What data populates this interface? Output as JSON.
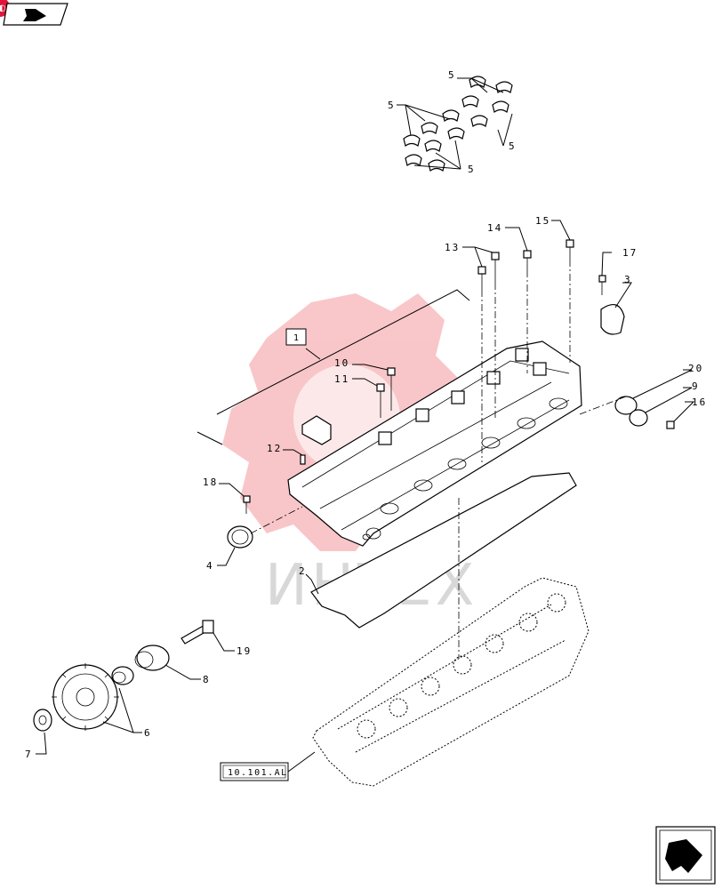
{
  "diagram": {
    "reference_box": "10.101.AL",
    "group_label": "1",
    "watermark_text": "ИНТЕХ",
    "callouts": [
      "2",
      "3",
      "4",
      "5",
      "6",
      "7",
      "8",
      "9",
      "10",
      "11",
      "12",
      "13",
      "14",
      "15",
      "16",
      "17",
      "18",
      "19",
      "20"
    ]
  },
  "nav": {
    "top_badge_icon": "red-circle-badge",
    "top_nav_icon": "prev-page-arrow-icon",
    "bottom_nav_icon": "next-page-arrow-icon"
  },
  "colors": {
    "ink": "#000000",
    "watermark": "#e8373d",
    "badge": "#e0153a"
  }
}
